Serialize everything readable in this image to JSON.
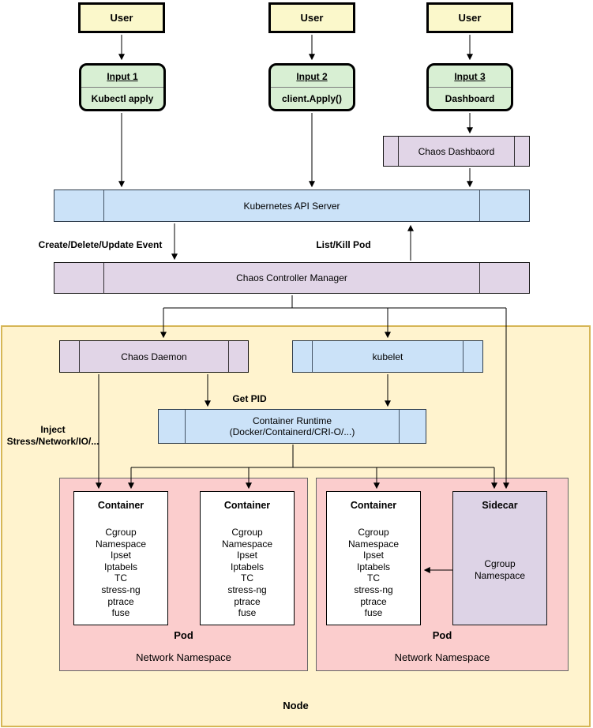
{
  "palette": {
    "user_fill": "#fbf8cb",
    "input_fill": "#d8efd3",
    "blue_fill": "#cbe2f8",
    "purple_fill": "#e1d5e7",
    "pink_fill": "#fbcdcd",
    "node_fill": "#fff3ce",
    "node_border": "#d6b656",
    "sidecar_fill": "#ddd3e6",
    "line_color": "#000000"
  },
  "users": [
    {
      "label": "User"
    },
    {
      "label": "User"
    },
    {
      "label": "User"
    }
  ],
  "inputs": [
    {
      "title": "Input 1",
      "subtitle": "Kubectl apply"
    },
    {
      "title": "Input 2",
      "subtitle": "client.Apply()"
    },
    {
      "title": "Input 3",
      "subtitle": "Dashboard"
    }
  ],
  "chaos_dashboard": {
    "label": "Chaos Dashbaord"
  },
  "api_server": {
    "label": "Kubernetes API Server"
  },
  "controller": {
    "label": "Chaos Controller Manager"
  },
  "chaos_daemon": {
    "label": "Chaos Daemon"
  },
  "kubelet": {
    "label": "kubelet"
  },
  "container_runtime": {
    "line1": "Container Runtime",
    "line2": "(Docker/Containerd/CRI-O/...)"
  },
  "container": {
    "title": "Container",
    "items": [
      "Cgroup",
      "Namespace",
      "Ipset",
      "Iptabels",
      "TC",
      "stress-ng",
      "ptrace",
      "fuse"
    ]
  },
  "sidecar": {
    "title": "Sidecar",
    "items": [
      "Cgroup",
      "Namespace"
    ]
  },
  "pods": [
    {
      "pod_label": "Pod",
      "ns_label": "Network Namespace"
    },
    {
      "pod_label": "Pod",
      "ns_label": "Network Namespace"
    }
  ],
  "node": {
    "label": "Node"
  },
  "edge_labels": {
    "create_delete_update": "Create/Delete/Update Event",
    "list_kill_pod": "List/Kill Pod",
    "get_pid": "Get PID",
    "inject_line1": "Inject",
    "inject_line2": "Stress/Network/IO/..."
  }
}
